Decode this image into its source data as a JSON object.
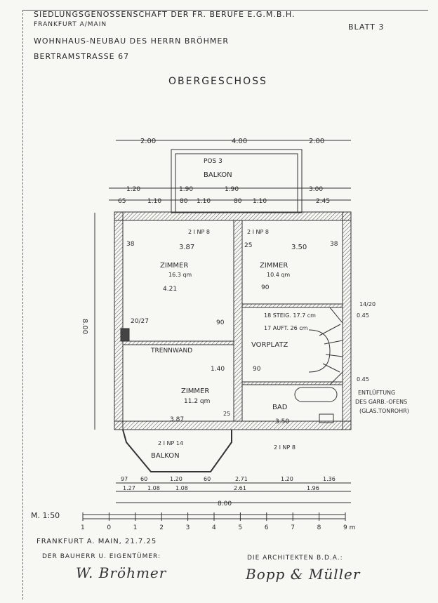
{
  "header": {
    "org": "SIEDLUNGSGENOSSENSCHAFT DER FR. BERUFE E.G.M.B.H.",
    "city": "FRANKFURT A/MAIN",
    "sheet": "BLATT 3",
    "project": "WOHNHAUS-NEUBAU DES HERRN BRÖHMER",
    "address": "BERTRAMSTRASSE 67",
    "floor_title": "OBERGESCHOSS"
  },
  "rooms": {
    "balcony_top": "BALKON",
    "balcony_top_pos": "POS 3",
    "room_left": "ZIMMER",
    "room_left_area": "16.3 qm",
    "room_right": "ZIMMER",
    "room_right_area": "10.4 qm",
    "room_bottom": "ZIMMER",
    "room_bottom_area": "11.2 qm",
    "hall": "VORPLATZ",
    "bath": "BAD",
    "balcony_bottom": "BALKON",
    "partition": "TRENNWAND",
    "stairs_1": "18 STEIG. 17.7 cm",
    "stairs_2": "17 AUFT. 26 cm",
    "lintel_1": "2 I NP 8",
    "lintel_2": "2 I NP 8",
    "lintel_3": "2 I NP 14",
    "lintel_4": "2 I NP 8"
  },
  "dimensions": {
    "top_row": [
      "2.00",
      "4.00",
      "2.00"
    ],
    "row2": [
      "1.20",
      "1.90",
      "1.90",
      "3.00"
    ],
    "row3": [
      "65",
      "1.10",
      "80",
      "1.10",
      "80",
      "1.10",
      "2.45"
    ],
    "inner": [
      "38",
      "3.87",
      "25",
      "3.50",
      "38",
      "4.21",
      "90",
      "90",
      "1.40",
      "90",
      "3.87",
      "25",
      "3.50"
    ],
    "left_total": "8.00",
    "chimney": "20/27",
    "right_side": [
      "14/20",
      "0.45",
      "0.45"
    ],
    "bottom_row1": [
      "97",
      "60",
      "1.20",
      "60",
      "2.71",
      "1.20",
      "1.36"
    ],
    "bottom_row2": [
      "1.27",
      "1.08",
      "1.08",
      "2.61",
      "1.96"
    ],
    "bottom_total": "8.00"
  },
  "note": {
    "line1": "ENTLÜFTUNG",
    "line2": "DES GARB.-OFENS",
    "line3": "(GLAS.TONROHR)"
  },
  "scale": {
    "label": "M. 1:50",
    "ticks": [
      "1",
      "0",
      "1",
      "2",
      "3",
      "4",
      "5",
      "6",
      "7",
      "8",
      "9 m"
    ]
  },
  "footer": {
    "place_date": "FRANKFURT A. MAIN, 21.7.25",
    "owner_label": "DER BAUHERR U. EIGENTÜMER:",
    "owner_signature": "W. Bröhmer",
    "architects_label": "DIE ARCHITEKTEN B.D.A.:",
    "architects_signature": "Bopp & Müller"
  }
}
